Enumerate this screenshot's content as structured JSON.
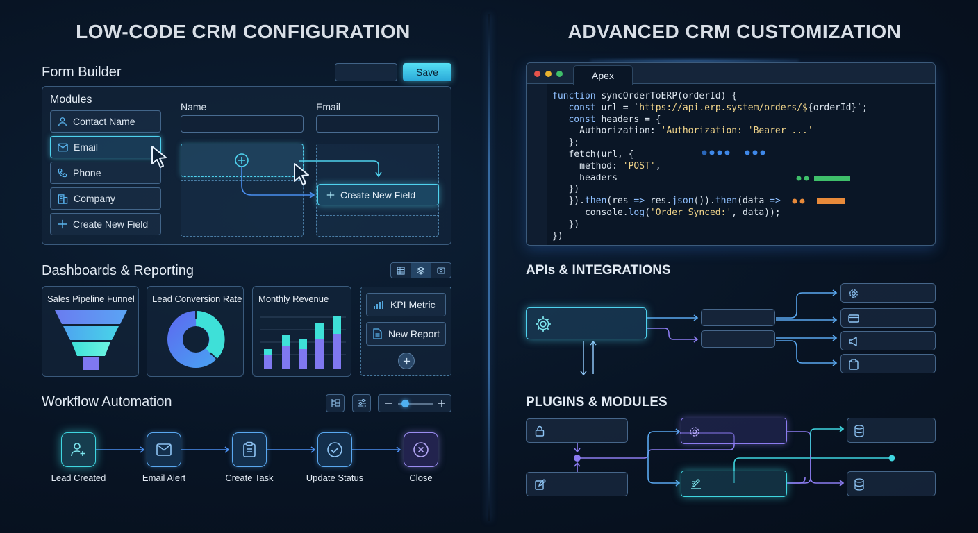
{
  "left": {
    "title": "LOW-CODE CRM CONFIGURATION",
    "form_builder": {
      "title": "Form Builder",
      "save_label": "Save",
      "modules_title": "Modules",
      "modules": [
        {
          "label": "Contact Name",
          "icon": "user-icon"
        },
        {
          "label": "Email",
          "icon": "mail-icon"
        },
        {
          "label": "Phone",
          "icon": "phone-icon"
        },
        {
          "label": "Company",
          "icon": "building-icon"
        },
        {
          "label": "Create New Field",
          "icon": "plus-icon"
        }
      ],
      "name_label": "Name",
      "email_label": "Email",
      "drop_field_label": "Create New Field"
    },
    "dashboards": {
      "title": "Dashboards & Reporting",
      "cards": [
        {
          "title": "Sales Pipeline Funnel"
        },
        {
          "title": "Lead Conversion Rate"
        },
        {
          "title": "Monthly Revenue"
        }
      ],
      "actions": [
        {
          "label": "KPI Metric",
          "icon": "bar-chart-icon"
        },
        {
          "label": "New Report",
          "icon": "document-icon"
        }
      ]
    },
    "workflow": {
      "title": "Workflow Automation",
      "steps": [
        {
          "label": "Lead Created",
          "icon": "user-add-icon",
          "color": "#3fd6e0"
        },
        {
          "label": "Email Alert",
          "icon": "mail-icon",
          "color": "#5aa8f0"
        },
        {
          "label": "Create Task",
          "icon": "clipboard-icon",
          "color": "#5aa8f0"
        },
        {
          "label": "Update Status",
          "icon": "check-circle-icon",
          "color": "#5aa8f0"
        },
        {
          "label": "Close",
          "icon": "close-circle-icon",
          "color": "#9a8cf0"
        }
      ]
    }
  },
  "right": {
    "title": "ADVANCED CRM CUSTOMIZATION",
    "editor": {
      "tab": "Apex"
    },
    "apis": {
      "title": "APIs & INTEGRATIONS"
    },
    "plugins": {
      "title": "PLUGINS & MODULES"
    }
  },
  "colors": {
    "accent_cyan": "#3fd6e0",
    "accent_blue": "#4a8ff0",
    "accent_purple": "#8c7cf0",
    "green": "#3fbf6a",
    "orange": "#e88a3a"
  }
}
